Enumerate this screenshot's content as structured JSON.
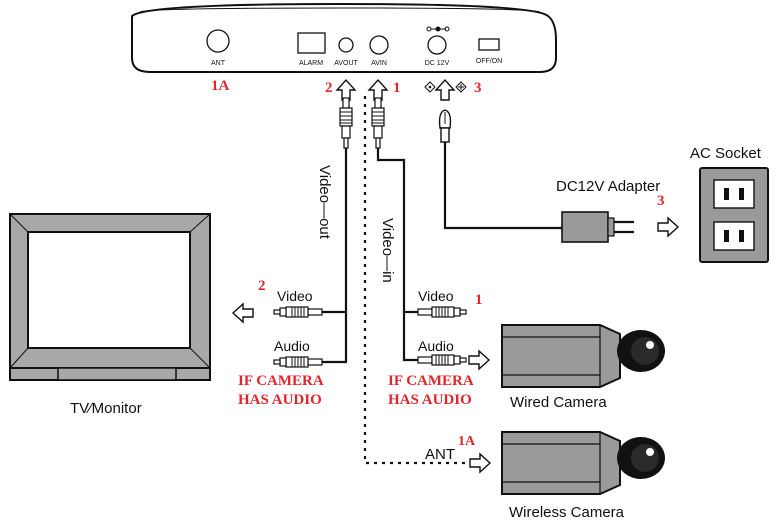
{
  "device": {
    "ports": {
      "ant": "ANT",
      "alarm": "ALARM",
      "avout": "AVOUT",
      "avin": "AVIN",
      "dc12v": "DC 12V",
      "offon": "OFF/ON"
    }
  },
  "markers": {
    "m1a_top": "1A",
    "m2_top": "2",
    "m1_top": "1",
    "m3_top": "3",
    "m2_tv": "2",
    "m1_video": "1",
    "m3_adapter": "3",
    "m1a_ant": "1A"
  },
  "labels": {
    "video_out": "Video—out",
    "video_in": "Video—in",
    "video_left": "Video",
    "audio_left": "Audio",
    "video_right": "Video",
    "audio_right": "Audio",
    "ant": "ANT",
    "dc_adapter": "DC12V  Adapter",
    "ac_socket": "AC Socket",
    "tv_monitor": "TV∕Monitor",
    "wired_camera": "Wired  Camera",
    "wireless_camera": "Wireless  Camera",
    "if_camera_left_1": "IF CAMERA",
    "if_camera_left_2": "HAS AUDIO",
    "if_camera_right_1": "IF CAMERA",
    "if_camera_right_2": "HAS AUDIO"
  },
  "colors": {
    "line": "#111111",
    "accent_red": "#e0262b",
    "camera_gray": "#9a9a9a",
    "tv_gray": "#a8a8a8"
  }
}
